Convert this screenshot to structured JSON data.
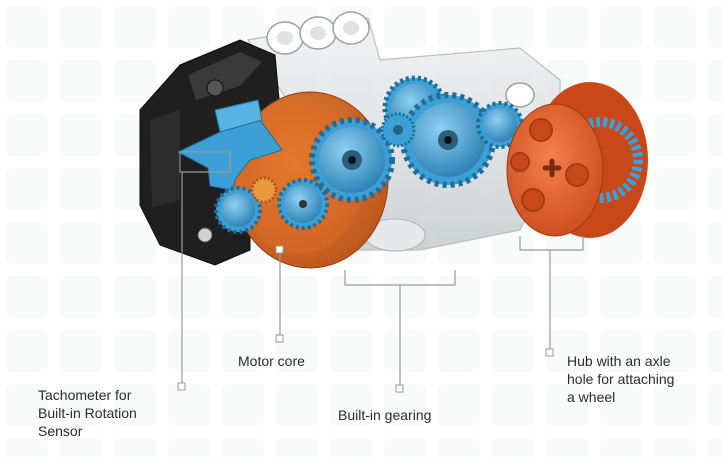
{
  "labels": {
    "tachometer": "Tachometer for\nBuilt-in Rotation\nSensor",
    "motor_core": "Motor core",
    "gearing": "Built-in gearing",
    "hub": "Hub with an axle\nhole for attaching\na wheel"
  },
  "colors": {
    "orange": "#e0681e",
    "orange_dark": "#b9521a",
    "blue": "#3c9fd6",
    "blue_dark": "#2a7fb3",
    "black_housing": "#1f1f1f",
    "transparent_housing": "#d9dde0",
    "leader_line": "#9a9a9a"
  }
}
